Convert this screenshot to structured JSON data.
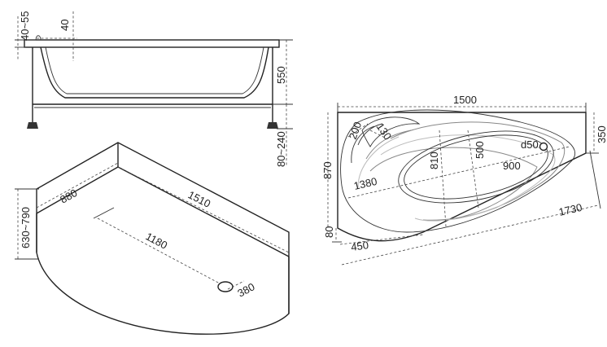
{
  "side_view": {
    "dim_rim_height": "40~55",
    "dim_rim_width": "40",
    "dim_depth": "550",
    "dim_legs": "80~240"
  },
  "iso_view": {
    "dim_height": "630~790",
    "dim_width": "880",
    "dim_length": "1510",
    "dim_inner_length": "1180",
    "dim_drain": "380"
  },
  "top_view": {
    "dim_length": "1500",
    "dim_right_height": "350",
    "dim_total_height": "870",
    "dim_bottom_offset": "80",
    "dim_r200": "200",
    "dim_r130": "130",
    "dim_810": "810",
    "dim_500": "500",
    "dim_drain": "d50",
    "dim_900": "900",
    "dim_1380": "1380",
    "dim_diagonal": "1730",
    "dim_450": "450"
  }
}
